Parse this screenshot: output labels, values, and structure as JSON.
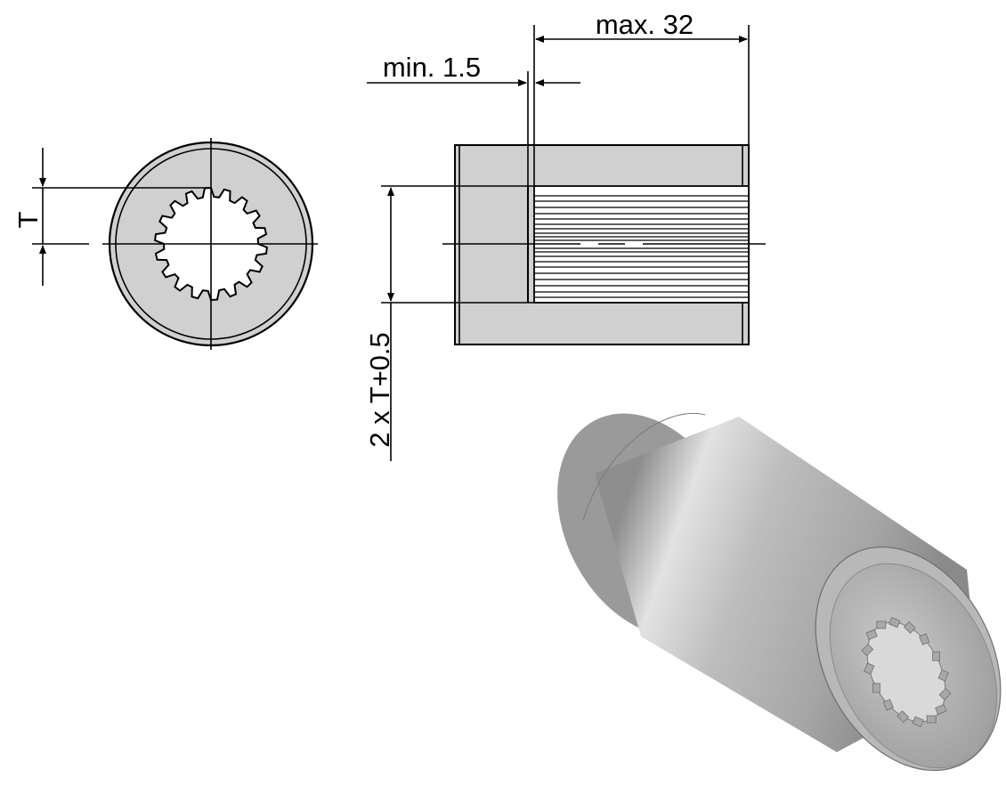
{
  "dimensions": {
    "max_length": "max. 32",
    "min_gap": "min. 1.5",
    "tooth_depth": "T",
    "spline_height": "2 x T+0.5"
  },
  "colors": {
    "body_fill": "#d0d0d0",
    "outline": "#000000",
    "background": "#ffffff"
  }
}
